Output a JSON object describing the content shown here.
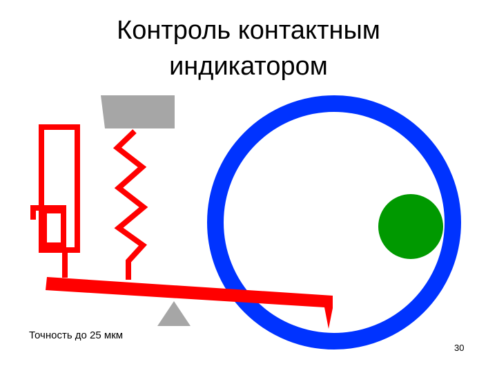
{
  "slide": {
    "title_line1": "Контроль контактным",
    "title_line2": "индикатором",
    "caption": "Точность до 25 мкм",
    "page_number": "30"
  },
  "colors": {
    "mechanism": "#ff0000",
    "ring": "#0033ff",
    "ball": "#009900",
    "weight": "#a6a6a6",
    "pivot": "#a6a6a6"
  }
}
